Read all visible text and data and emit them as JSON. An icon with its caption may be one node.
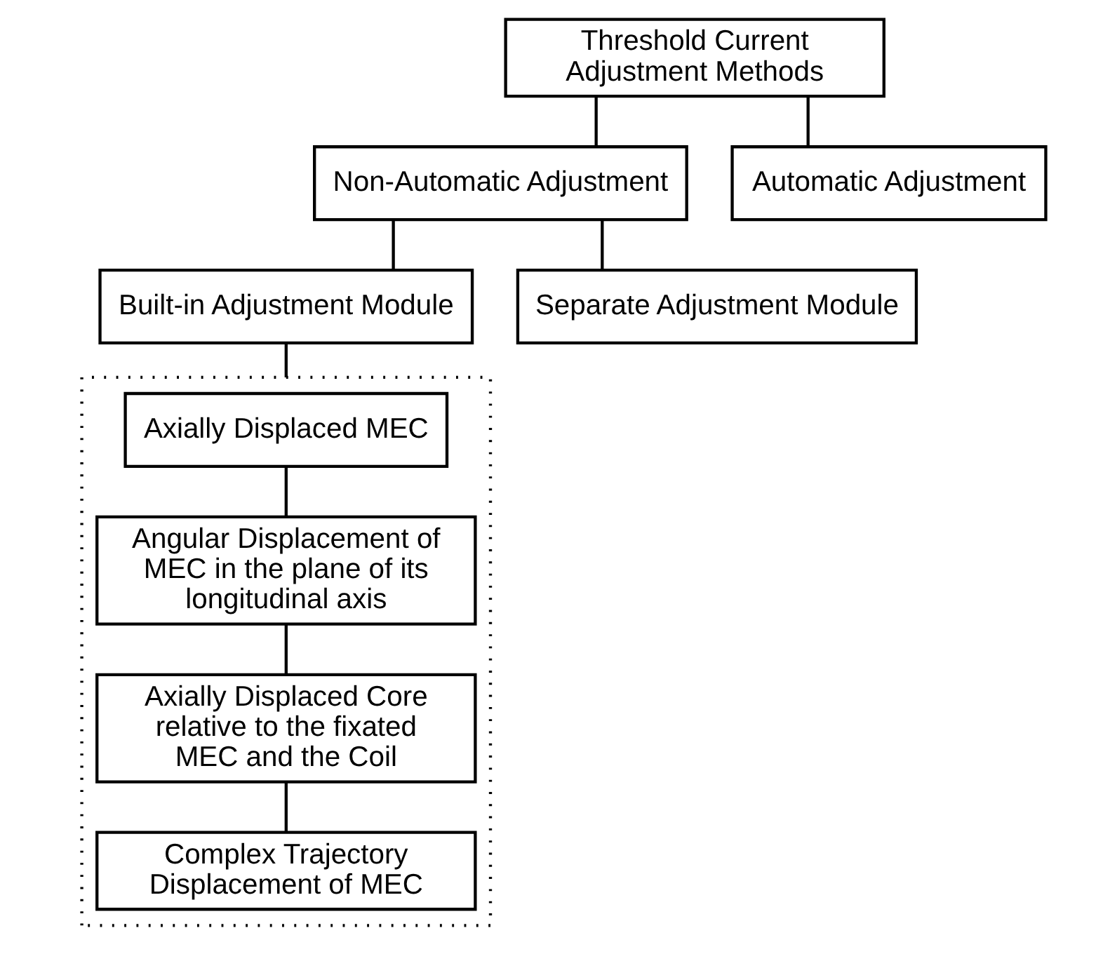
{
  "diagram": {
    "nodes": [
      {
        "text": [
          "Threshold Current Adjustment Methods"
        ]
      },
      {
        "text": [
          "Non-Automatic Adjustment"
        ]
      },
      {
        "text": [
          "Automatic Adjustment"
        ]
      },
      {
        "text": [
          "Built-in Adjustment Module"
        ]
      },
      {
        "text": [
          "Separate Adjustment Module"
        ]
      },
      {
        "text": [],
        "shape": "box"
      },
      {
        "text": [
          "Axially Displaced MEC"
        ],
        "in": 5
      },
      {
        "text": [
          "Angular Displacement of MEC in the plane of its longitudinal axis"
        ],
        "in": 5
      },
      {
        "text": [
          "Axially Displaced Core relative to the fixated MEC and the Coil"
        ],
        "in": 5
      },
      {
        "text": [
          "Complex Trajectory Displacement of MEC"
        ],
        "in": 5
      }
    ],
    "edges": [
      {
        "from": 0,
        "to": 1,
        "arrow": "none"
      },
      {
        "from": 0,
        "to": 2,
        "arrow": "none"
      },
      {
        "from": 1,
        "to": 3,
        "arrow": "none"
      },
      {
        "from": 1,
        "to": 4,
        "arrow": "none"
      },
      {
        "from": 3,
        "to": 6,
        "arrow": "none"
      },
      {
        "from": 6,
        "to": 7,
        "arrow": "none"
      },
      {
        "from": 7,
        "to": 8,
        "arrow": "none"
      },
      {
        "from": 8,
        "to": 9,
        "arrow": "none"
      }
    ]
  }
}
